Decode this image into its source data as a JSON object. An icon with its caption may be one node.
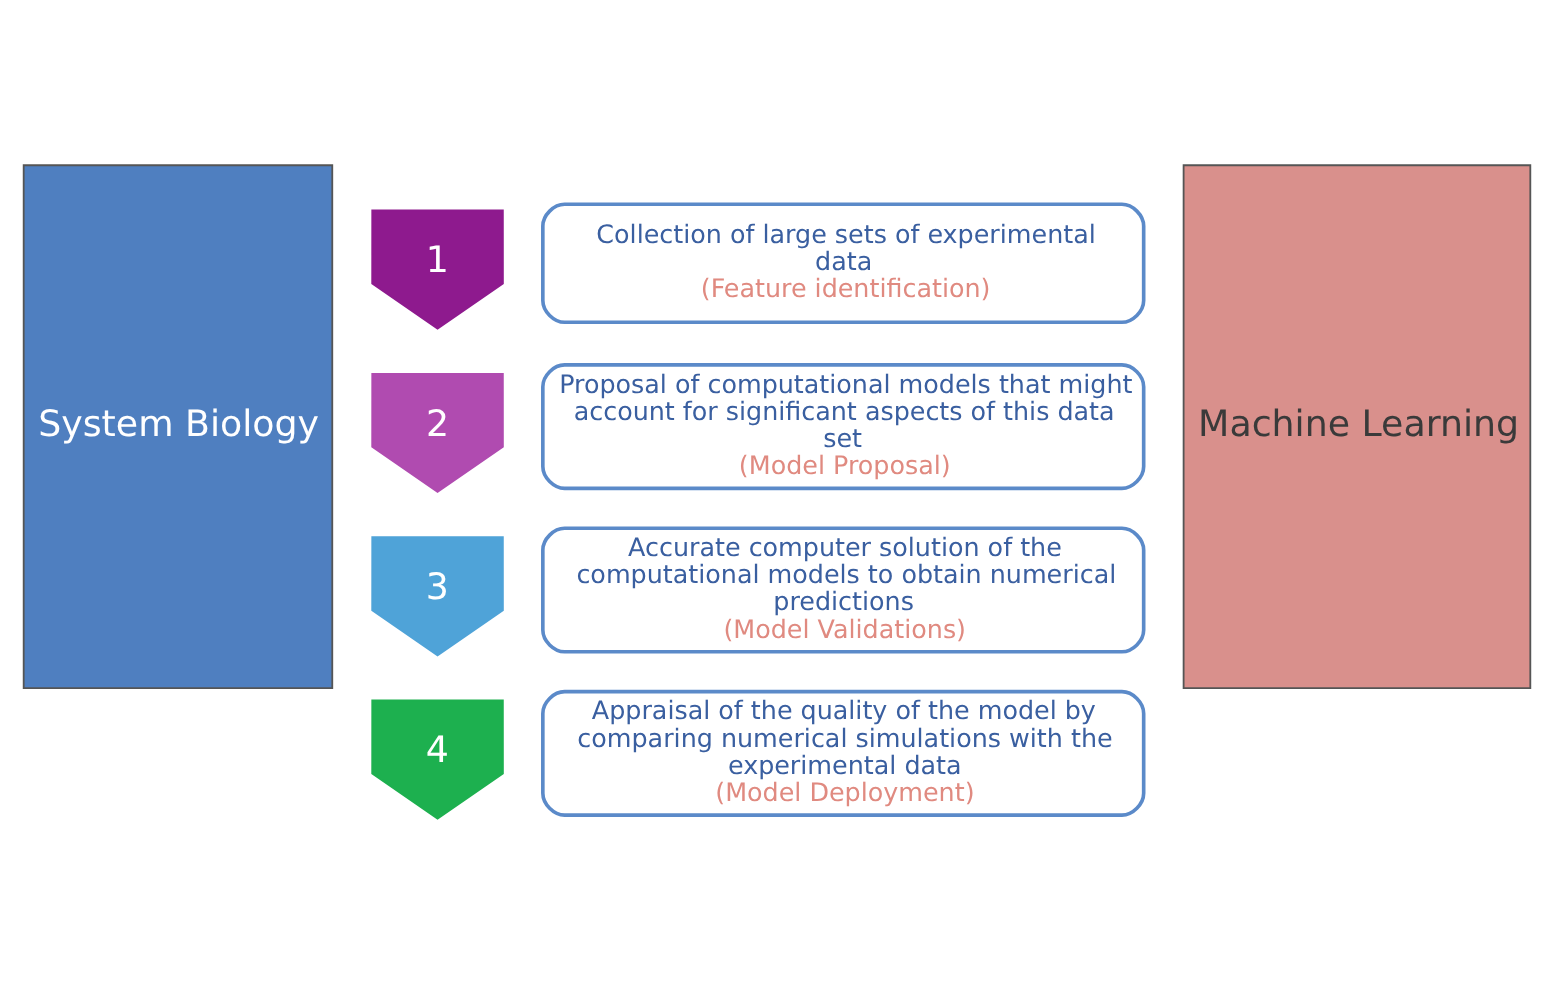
{
  "diagram": {
    "nodes": [
      {
        "text": [
          "System Biology"
        ]
      },
      {
        "text": [
          "1"
        ]
      },
      {
        "text": [
          "Collection of large sets of experimental data",
          "(Feature identification)"
        ]
      },
      {
        "text": [
          "2"
        ]
      },
      {
        "text": [
          "Proposal of computational models that might account for significant aspects of this data set",
          "(Model Proposal)"
        ]
      },
      {
        "text": [
          "3"
        ]
      },
      {
        "text": [
          "Accurate computer solution of the computational models to obtain numerical predictions",
          "(Model Validations)"
        ]
      },
      {
        "text": [
          "4"
        ]
      },
      {
        "text": [
          "Appraisal of the quality of the model by comparing numerical simulations with the experimental data",
          "(Model Deployment)"
        ]
      },
      {
        "text": [
          "Machine Learning"
        ]
      }
    ]
  }
}
